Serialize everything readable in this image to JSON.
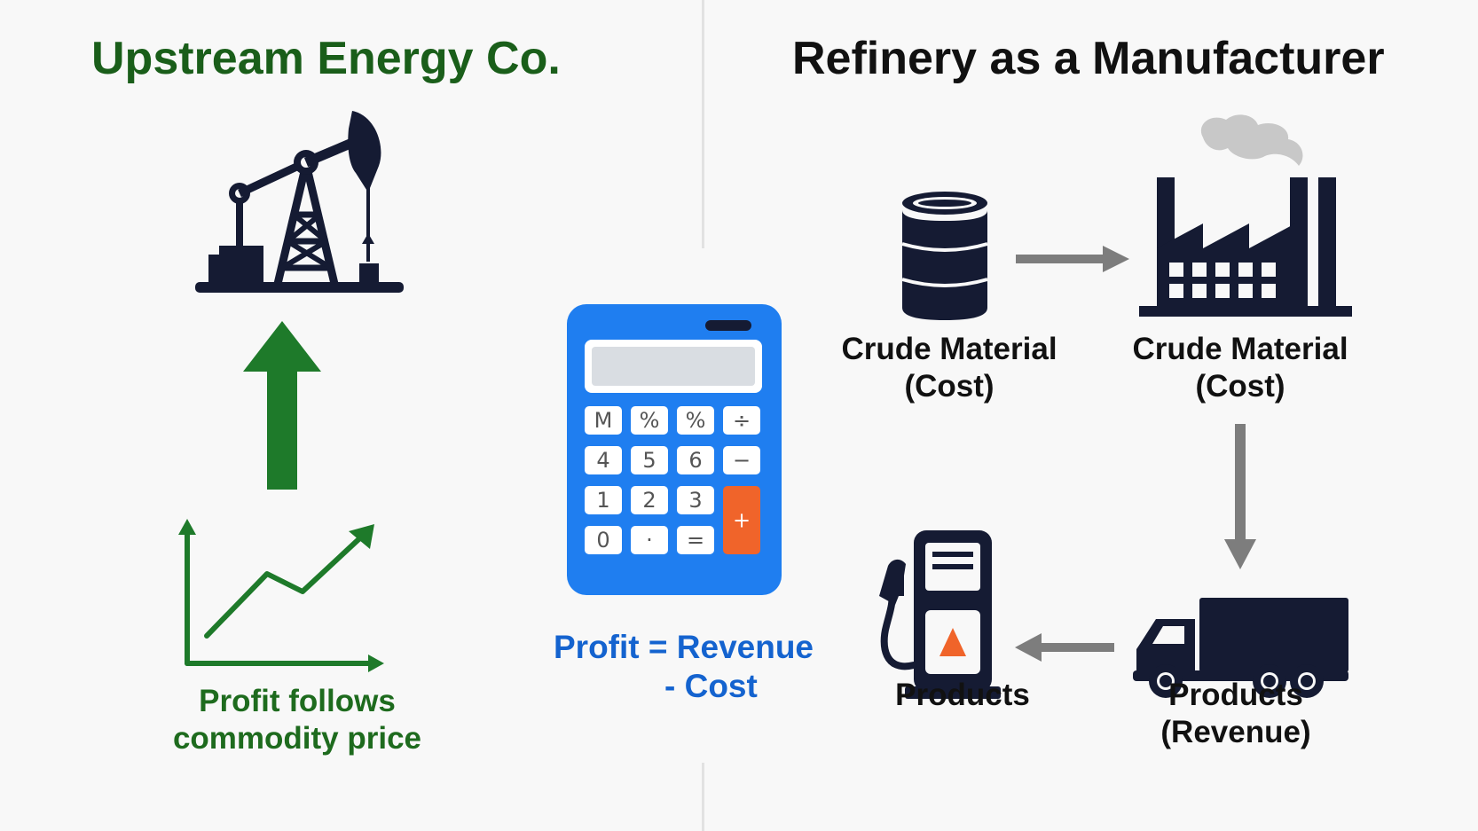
{
  "left_panel": {
    "title": "Upstream Energy Co.",
    "caption_line1": "Profit follows",
    "caption_line2": "commodity price",
    "icons": [
      "oil-pumpjack-icon",
      "up-arrow-icon",
      "rising-chart-icon"
    ]
  },
  "center": {
    "formula_line1": "Profit = Revenue",
    "formula_line2": "- Cost",
    "calculator": {
      "keys": [
        "M",
        "%",
        "%",
        "÷",
        "4",
        "5",
        "6",
        "−",
        "1",
        "2",
        "3",
        "+",
        "0",
        "·",
        "="
      ]
    }
  },
  "right_panel": {
    "title": "Refinery as a Manufacturer",
    "nodes": [
      {
        "icon": "oil-barrel-icon",
        "line1": "Crude Material",
        "line2": "(Cost)"
      },
      {
        "icon": "factory-icon",
        "line1": "Crude Material",
        "line2": "(Cost)"
      },
      {
        "icon": "truck-icon",
        "line1": "Products",
        "line2": "(Revenue)"
      },
      {
        "icon": "fuel-pump-icon",
        "line1": "Products",
        "line2": ""
      }
    ]
  },
  "colors": {
    "green": "#1e7a2a",
    "navy": "#151b33",
    "blue": "#1f7ef0",
    "orange": "#f0642a",
    "formula_blue": "#1463cf",
    "arrow_gray": "#7d7d7d"
  }
}
